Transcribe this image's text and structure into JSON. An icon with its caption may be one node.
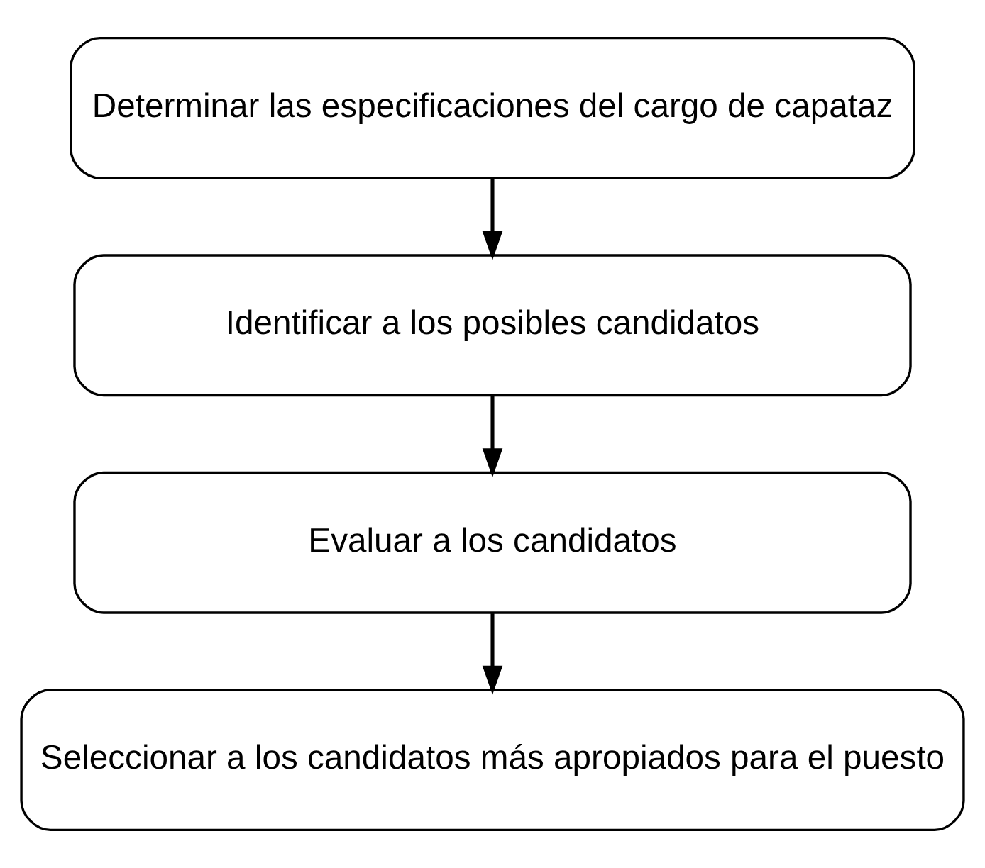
{
  "diagram": {
    "nodes": [
      {
        "text": [
          "Determinar las especificaciones del cargo de capataz"
        ]
      },
      {
        "text": [
          "Identificar a los posibles candidatos"
        ]
      },
      {
        "text": [
          "Evaluar a los candidatos"
        ]
      },
      {
        "text": [
          "Seleccionar a los candidatos más apropiados para el puesto"
        ]
      }
    ],
    "edges": [
      {
        "from": 0,
        "to": 1,
        "arrow": "to"
      },
      {
        "from": 1,
        "to": 2,
        "arrow": "to"
      },
      {
        "from": 2,
        "to": 3,
        "arrow": "to"
      }
    ]
  }
}
